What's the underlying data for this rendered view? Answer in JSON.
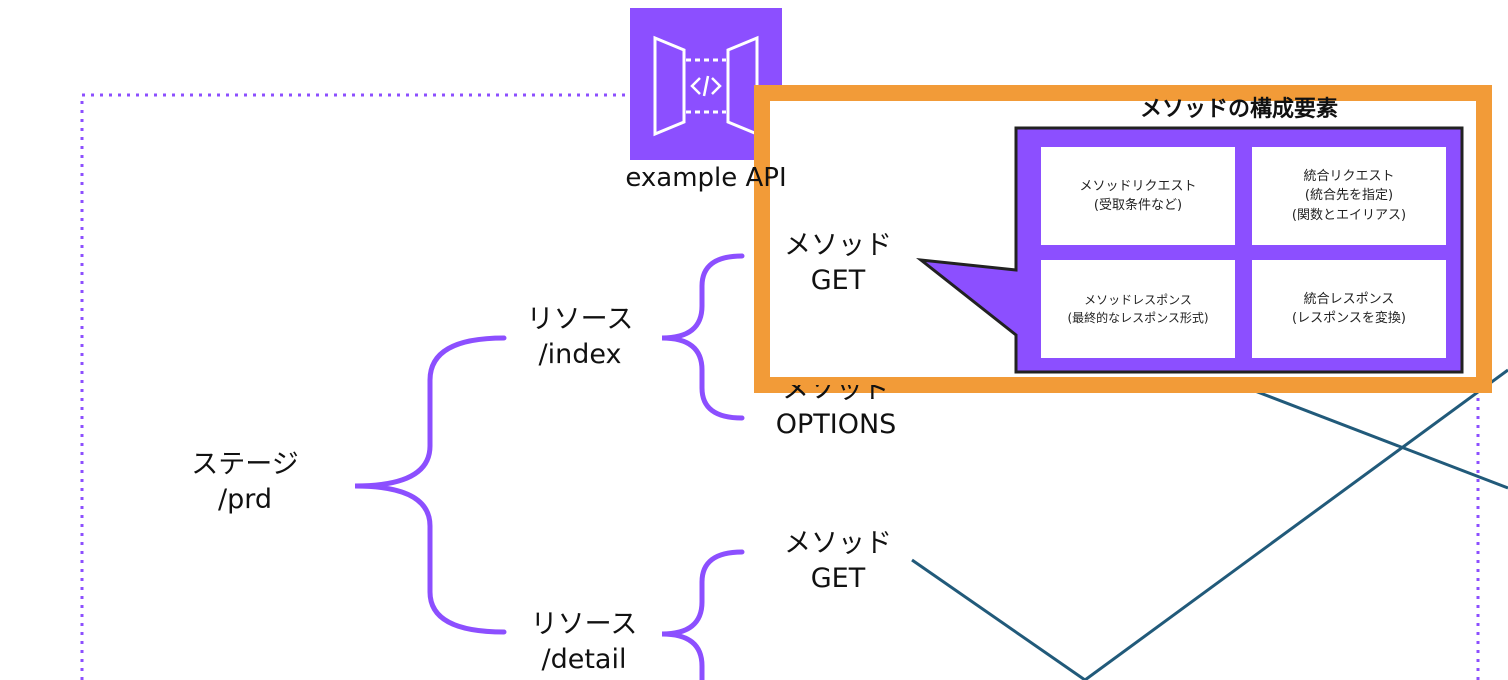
{
  "colors": {
    "purple": "#8c4fff",
    "orange": "#f29b38",
    "teal_line": "#215a7a",
    "panel_border": "#222222"
  },
  "api": {
    "icon": "api-gateway-icon",
    "label": "example API"
  },
  "stage": {
    "line1": "ステージ",
    "line2": "/prd"
  },
  "resources": [
    {
      "line1": "リソース",
      "line2": "/index"
    },
    {
      "line1": "リソース",
      "line2": "/detail"
    }
  ],
  "methods": [
    {
      "line1": "メソッド",
      "line2": "GET"
    },
    {
      "line1": "メソッド",
      "line2": "OPTIONS"
    },
    {
      "line1": "メソッド",
      "line2": "GET"
    }
  ],
  "callout": {
    "title": "メソッドの構成要素",
    "cells": [
      {
        "lines": [
          "メソッドリクエスト",
          "(受取条件など)"
        ]
      },
      {
        "lines": [
          "統合リクエスト",
          "(統合先を指定)",
          "(関数とエイリアス)"
        ]
      },
      {
        "lines": [
          "メソッドレスポンス",
          "(最終的なレスポンス形式)"
        ]
      },
      {
        "lines": [
          "統合レスポンス",
          "(レスポンスを変換)"
        ]
      }
    ]
  }
}
